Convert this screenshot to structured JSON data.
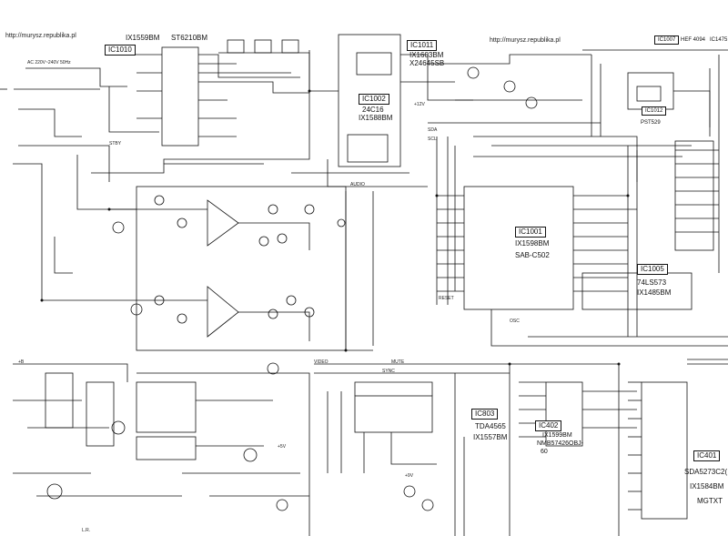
{
  "urls": {
    "left": "http://murysz.republika.pl",
    "center": "http://murysz.republika.pl"
  },
  "ics": {
    "ic1010": {
      "tag": "IC1010",
      "parts": [
        "IX1559BM",
        "ST6210BM"
      ]
    },
    "ic1011": {
      "tag": "IC1011",
      "parts": [
        "IX1603BM",
        "X24645SB"
      ]
    },
    "ic1002": {
      "tag": "IC1002",
      "parts": [
        "24C16",
        "IX1588BM"
      ]
    },
    "ic1007": {
      "tag": "IC1007",
      "parts": [
        "HEF 4094",
        "IC1475"
      ]
    },
    "ic1012": {
      "tag": "IC1012",
      "parts": [
        "PST529"
      ]
    },
    "ic1001": {
      "tag": "IC1001",
      "parts": [
        "IX1598BM",
        "SAB-C502"
      ]
    },
    "ic1005": {
      "tag": "IC1005",
      "parts": [
        "74LS573",
        "IX1485BM"
      ]
    },
    "ic803": {
      "tag": "IC803",
      "parts": [
        "TDA4565",
        "IX1557BM"
      ]
    },
    "ic402": {
      "tag": "IC402",
      "parts": [
        "IX1599BM",
        "NMB57426OBJ-",
        "60"
      ]
    },
    "ic401": {
      "tag": "IC401",
      "parts": [
        "SDA5273C2(",
        "IX1584BM",
        "MGTXT"
      ]
    }
  },
  "labels": {
    "gnd_lr": "L.R.",
    "ac_in": "AC 220V~240V 50Hz",
    "mute": "MUTE",
    "video": "VIDEO",
    "audio": "AUDIO",
    "sda": "SDA",
    "scl": "SCL",
    "reset": "RESET",
    "b_plus": "+B",
    "v5": "+5V",
    "v12": "+12V",
    "v9": "+9V",
    "sync": "SYNC",
    "osc": "OSC",
    "stby": "STBY"
  }
}
